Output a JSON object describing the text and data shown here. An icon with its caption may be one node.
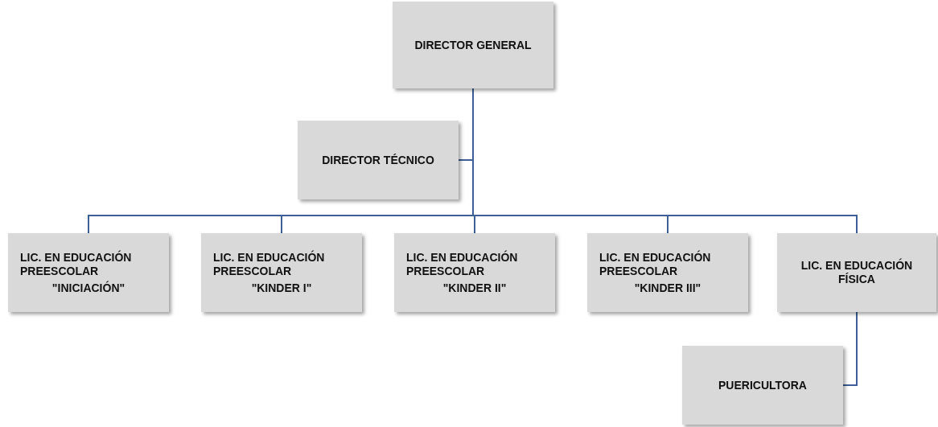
{
  "diagram": {
    "nodes": [
      {
        "text": [
          "DIRECTOR GENERAL"
        ]
      },
      {
        "text": [
          "DIRECTOR TÉCNICO"
        ]
      },
      {
        "text": [
          "LIC. EN EDUCACIÓN PREESCOLAR",
          "\"INICIACIÓN\""
        ]
      },
      {
        "text": [
          "LIC. EN EDUCACIÓN PREESCOLAR",
          "\"KINDER I\""
        ]
      },
      {
        "text": [
          "LIC. EN EDUCACIÓN PREESCOLAR",
          "\"KINDER II\""
        ]
      },
      {
        "text": [
          "LIC. EN EDUCACIÓN PREESCOLAR",
          "\"KINDER III\""
        ]
      },
      {
        "text": [
          "LIC. EN EDUCACIÓN FÍSICA"
        ]
      },
      {
        "text": [
          "PUERICULTORA"
        ]
      }
    ],
    "edges": [
      {
        "from": 0,
        "to": 1,
        "arrow": "none"
      },
      {
        "from": 0,
        "to": 2,
        "arrow": "none"
      },
      {
        "from": 0,
        "to": 3,
        "arrow": "none"
      },
      {
        "from": 0,
        "to": 4,
        "arrow": "none"
      },
      {
        "from": 0,
        "to": 5,
        "arrow": "none"
      },
      {
        "from": 0,
        "to": 6,
        "arrow": "none"
      },
      {
        "from": 6,
        "to": 7,
        "arrow": "none"
      }
    ]
  }
}
